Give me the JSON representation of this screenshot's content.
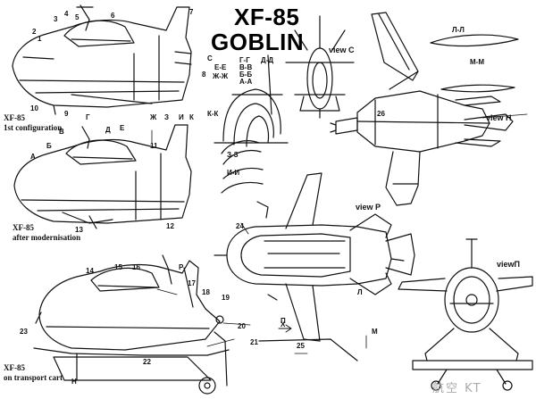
{
  "title": {
    "line1": "XF-85",
    "line2": "GOBLIN"
  },
  "captions": {
    "first": [
      "XF-85",
      "1st configuration"
    ],
    "second": [
      "XF-85",
      "after modernisation"
    ],
    "third": [
      "XF-85",
      "on transport cart"
    ]
  },
  "views": {
    "C": "view C",
    "H": "view H",
    "P": "view P",
    "PI": "viewП"
  },
  "section_labels": [
    "Г-Г",
    "Д-Д",
    "Е-Е",
    "В-В",
    "Ж-Ж",
    "Б-Б",
    "А-А",
    "К-К",
    "З-З",
    "И-И",
    "Л-Л",
    "М-М"
  ],
  "cut_letters": [
    "Г",
    "Д",
    "Е",
    "Ж",
    "З",
    "И",
    "К",
    "А",
    "Б",
    "В",
    "Х",
    "P",
    "Л",
    "М",
    "П",
    "Н",
    "C"
  ],
  "part_numbers": [
    "1",
    "2",
    "3",
    "4",
    "5",
    "6",
    "7",
    "8",
    "9",
    "10",
    "11",
    "12",
    "13",
    "14",
    "15",
    "16",
    "17",
    "18",
    "19",
    "20",
    "21",
    "22",
    "23",
    "24",
    "25",
    "26"
  ],
  "watermark": "航空  KT",
  "colors": {
    "line": "#111111",
    "background": "#ffffff"
  }
}
